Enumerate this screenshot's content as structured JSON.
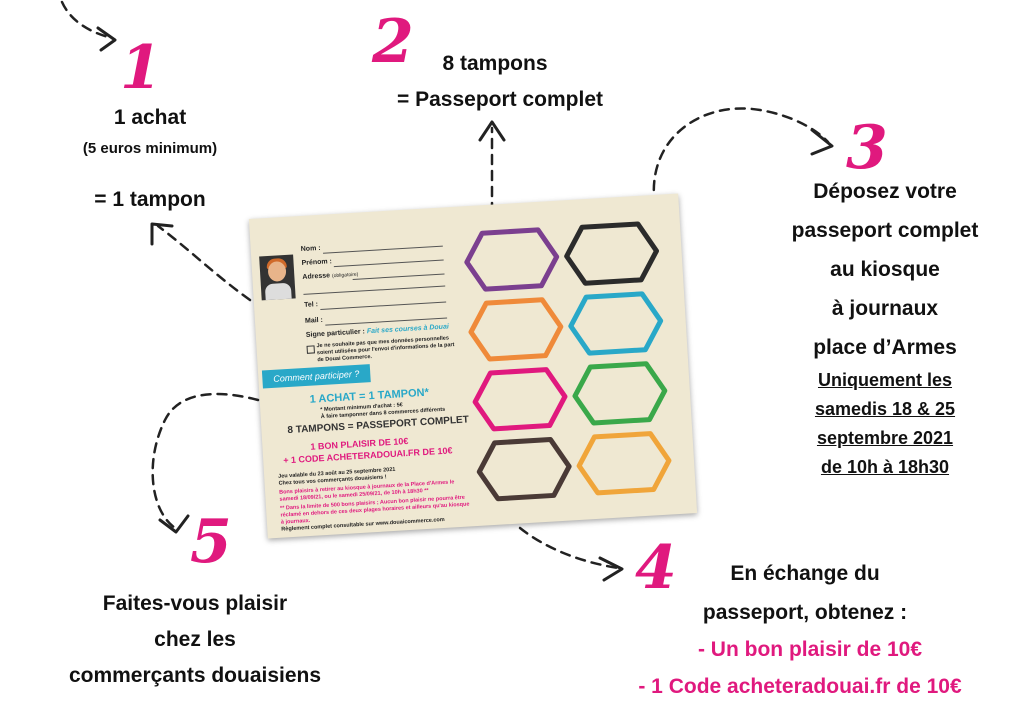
{
  "steps": [
    {
      "number": "1",
      "lines": [
        "1 achat",
        "(5 euros minimum)",
        "= 1 tampon"
      ]
    },
    {
      "number": "2",
      "lines": [
        "8 tampons",
        "= Passeport complet"
      ]
    },
    {
      "number": "3",
      "lines": [
        "Déposez votre",
        "passeport complet",
        "au kiosque",
        "à journaux",
        "place d’Armes"
      ],
      "underlined": [
        "Uniquement les",
        "samedis 18 & 25",
        "septembre 2021",
        "de 10h à 18h30"
      ]
    },
    {
      "number": "4",
      "lines": [
        "En échange du",
        "passeport, obtenez :"
      ],
      "pink": [
        "- Un bon plaisir de 10€",
        "- 1 Code acheteradouai.fr de 10€"
      ]
    },
    {
      "number": "5",
      "lines": [
        "Faites-vous plaisir",
        "chez les",
        "commerçants douaisiens"
      ]
    }
  ],
  "card": {
    "fields": [
      "Nom :",
      "Prénom :",
      "Adresse",
      "Tel :",
      "Mail :",
      "Signe particulier :"
    ],
    "address_hint": "(obligatoire)",
    "signe_value": "Fait ses courses à Douai",
    "consent": "Je ne souhaite pas que mes données personnelles soient utilisées pour l'envoi d'informations de la part de Douai Commerce.",
    "banner": "Comment participer ?",
    "rule1": "1 ACHAT = 1 TAMPON*",
    "rule1_note1": "* Montant minimum d'achat : 5€",
    "rule1_note2": "À faire tamponner dans 8 commerces différents",
    "rule2": "8 TAMPONS = PASSEPORT COMPLET",
    "reward1": "1 BON PLAISIR DE 10€",
    "reward2": "+ 1 CODE ACHETERADOUAI.FR DE 10€",
    "validity1": "Jeu valable du 23 août au 25 septembre 2021",
    "validity2": "Chez tous vos commerçants douaisiens !",
    "pickup": "Bons plaisirs à retirer au kiosque à journaux de la Place d'Armes le samedi 18/09/21, ou le samedi 25/09/21, de 10h à 18h30 **",
    "limit": "** Dans la limite de 500 bons plaisirs ; Aucun bon plaisir ne pourra être réclamé en dehors de ces deux plages horaires et ailleurs qu'au kiosque à journaux.",
    "footer": "Règlement complet consultable sur www.douaicommerce.com"
  },
  "colors": {
    "accent": "#e0197e",
    "stamp_colors": [
      "#7b3f8f",
      "#2b2b2b",
      "#ef8a3a",
      "#29a8c8",
      "#e0197e",
      "#3aa84a",
      "#4a3a36",
      "#f0a53a"
    ]
  }
}
